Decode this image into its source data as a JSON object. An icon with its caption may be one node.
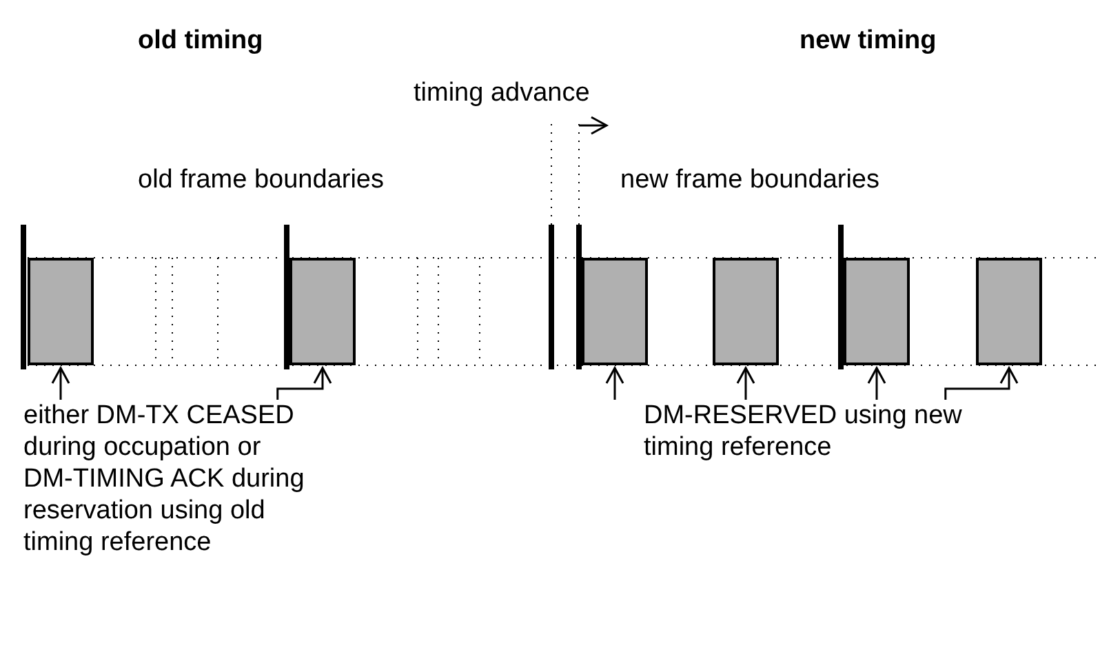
{
  "diagram": {
    "nodes": [
      {
        "text": [],
        "shape": "box"
      },
      {
        "text": [],
        "shape": "box"
      },
      {
        "text": [],
        "shape": "box"
      },
      {
        "text": [],
        "shape": "box"
      },
      {
        "text": [],
        "shape": "box"
      },
      {
        "text": [],
        "shape": "box"
      },
      {
        "text": [
          "either DM-TX CEASED during occupation or DM-TIMING ACK during reservation using old timing reference"
        ]
      },
      {
        "text": [
          "DM-RESERVED using new timing reference"
        ]
      }
    ],
    "edges": [
      {
        "from": 6,
        "to": 0,
        "arrow": "to"
      },
      {
        "from": 6,
        "to": 1,
        "arrow": "to"
      },
      {
        "from": 7,
        "to": 2,
        "arrow": "to"
      },
      {
        "from": 7,
        "to": 3,
        "arrow": "to"
      },
      {
        "from": 7,
        "to": 4,
        "arrow": "to"
      },
      {
        "from": 7,
        "to": 5,
        "arrow": "to"
      }
    ],
    "labels": [
      "old timing",
      "new timing",
      "timing advance",
      "old frame boundaries",
      "new frame boundaries"
    ]
  }
}
